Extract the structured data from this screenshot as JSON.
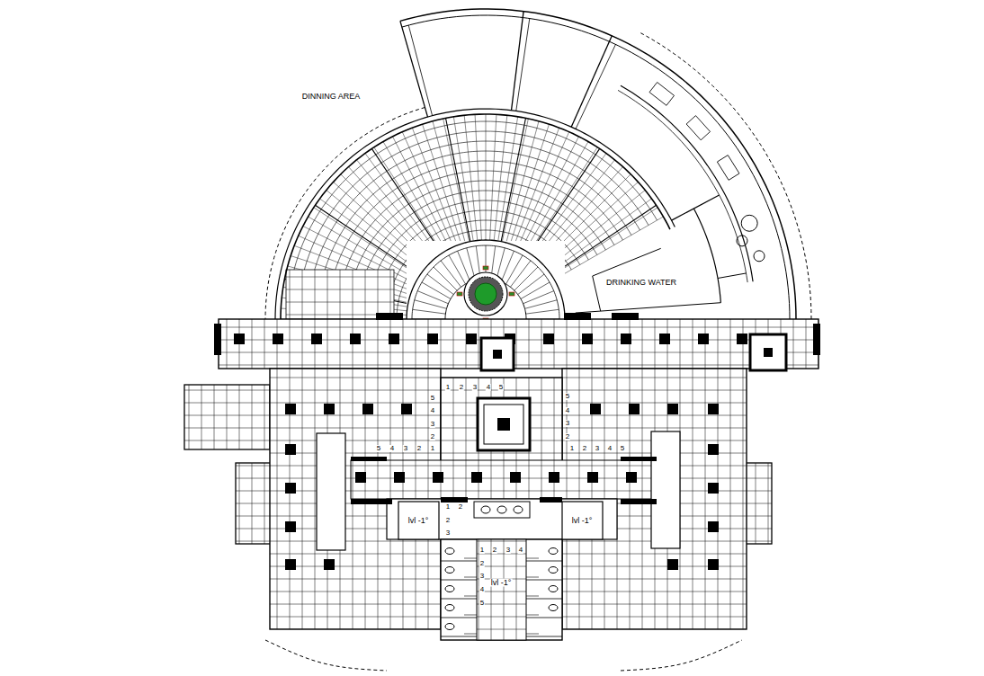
{
  "diagram": {
    "labels": [
      "DINNING AREA",
      "DRINKING WATER",
      "1",
      "2",
      "3",
      "4",
      "5",
      "5",
      "4",
      "3",
      "2",
      "5",
      "4",
      "3",
      "2",
      "5",
      "4",
      "3",
      "2",
      "1",
      "1",
      "2",
      "3",
      "4",
      "5",
      "1",
      "2",
      "2",
      "3",
      "lvl -1°",
      "lvl -1°",
      "1",
      "2",
      "3",
      "4",
      "2",
      "3",
      "4",
      "5",
      "lvl -1°"
    ]
  }
}
